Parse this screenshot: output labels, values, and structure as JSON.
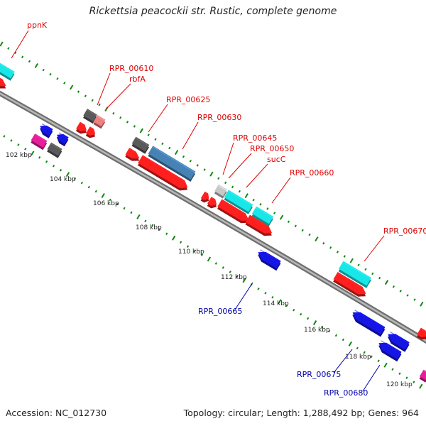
{
  "title": "Rickettsia peacockii str. Rustic, complete genome",
  "footer": {
    "accession": "Accession: NC_012730",
    "topology": "Topology: circular; Length: 1,288,492 bp; Genes: 964"
  },
  "colors": {
    "backbone": "#8a8a8a",
    "tick": "#118811",
    "cds_red": "#ff1f1f",
    "cds_blue": "#1515e6",
    "cds_cyan": "#19e6e6",
    "cds_steelblue": "#4682b4",
    "cds_gray": "#5a5a5a",
    "cds_lightgray": "#c8c8c8",
    "cds_pink": "#f08080",
    "cds_magenta": "#e61e9a",
    "label_red": "#dd0000",
    "label_blue": "#0000aa",
    "scale_text": "#222222"
  },
  "scale_labels": [
    "102 kbp",
    "104 kbp",
    "106 kbp",
    "108 kbp",
    "110 kbp",
    "112 kbp",
    "114 kbp",
    "116 kbp",
    "118 kbp",
    "120 kbp"
  ],
  "gene_labels": [
    "ppnK",
    "RPR_00610",
    "rbfA",
    "RPR_00625",
    "RPR_00630",
    "RPR_00645",
    "RPR_00650",
    "sucC",
    "RPR_00660",
    "RPR_00670",
    "RPR_00665",
    "RPR_00675",
    "RPR_00680"
  ]
}
